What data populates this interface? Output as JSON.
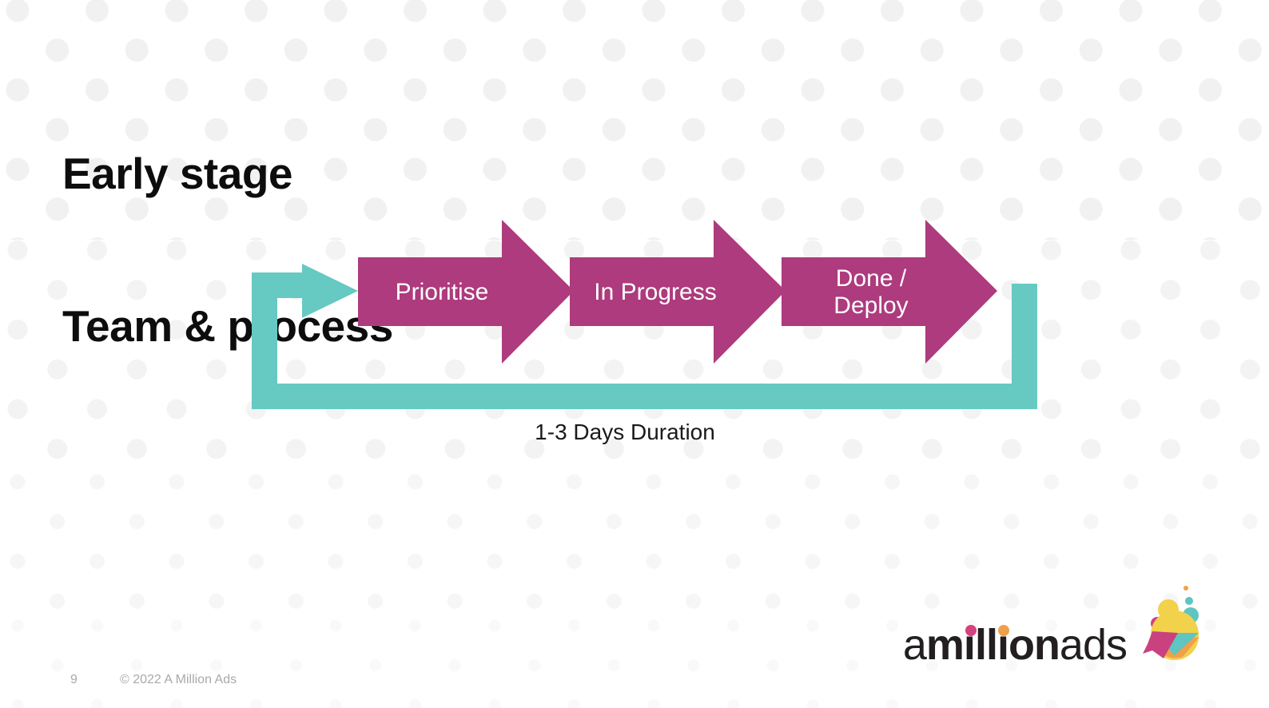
{
  "slide": {
    "title_line1": "Early stage",
    "title_line2": "Team & process",
    "page_number": "9",
    "copyright": "© 2022 A Million Ads"
  },
  "diagram": {
    "caption": "1-3 Days Duration",
    "loop_label": "feedback-loop",
    "stages": [
      {
        "label": "Prioritise"
      },
      {
        "label": "In Progress"
      },
      {
        "label": "Done /",
        "label2": "Deploy"
      }
    ]
  },
  "colors": {
    "magenta": "#AD3B7D",
    "teal": "#66C9C2",
    "dot": "#F1F1F1",
    "title": "#0D0D0D",
    "footer_text": "#A9A9AD",
    "logo_yellow": "#F2D14B",
    "logo_teal": "#5EC5C0",
    "logo_pink": "#D6407F",
    "logo_orange": "#F0A04B",
    "logo_magenta": "#C9417F",
    "logo_dark": "#231F20"
  },
  "logo": {
    "part1": "a",
    "part2": "million",
    "part3": "ads"
  }
}
